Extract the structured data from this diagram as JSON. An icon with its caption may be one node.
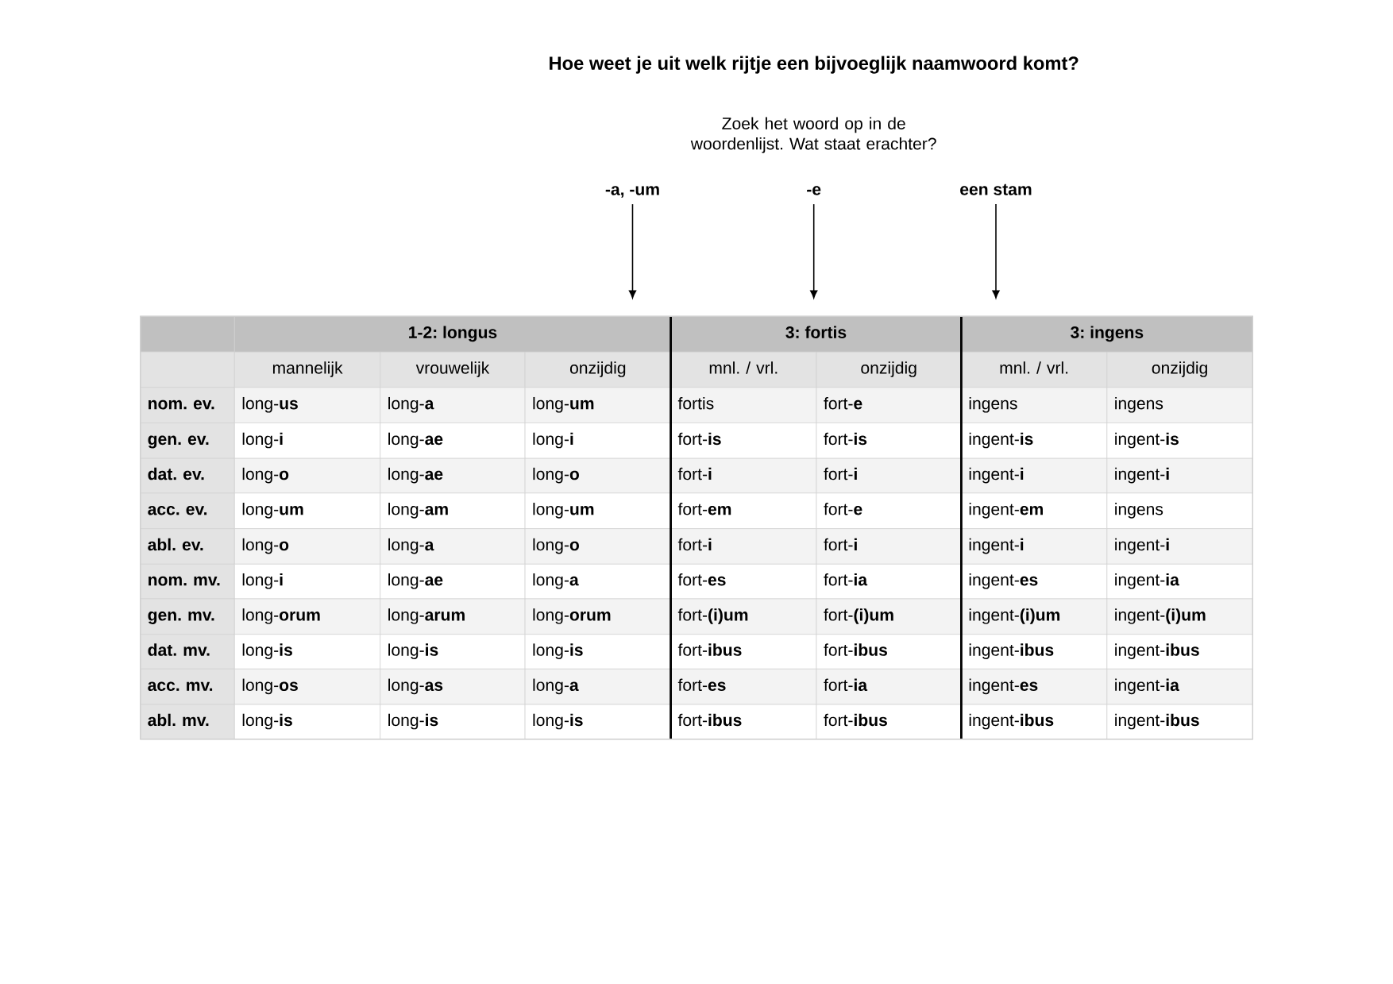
{
  "diagram": {
    "title": "Hoe weet je uit welk rijtje een bijvoeglijk naamwoord komt?",
    "nodes": [
      {
        "text": [
          "-a, -um"
        ]
      },
      {
        "text": [
          "-e"
        ]
      },
      {
        "text": [
          "een stam"
        ]
      },
      {
        "text": [
          "1-2: longus"
        ]
      },
      {
        "text": [
          "3: fortis"
        ]
      },
      {
        "text": [
          "3: ingens"
        ]
      }
    ],
    "edges": [
      {
        "from": 0,
        "to": 3,
        "arrow": "to"
      },
      {
        "from": 1,
        "to": 4,
        "arrow": "to"
      },
      {
        "from": 2,
        "to": 5,
        "arrow": "to"
      }
    ],
    "labels": [
      "Zoek het woord op in de woordenlijst. Wat staat erachter?",
      "mannelijk",
      "vrouwelijk",
      "onzijdig",
      "mnl. / vrl.",
      "onzijdig",
      "mnl. / vrl.",
      "onzijdig",
      "nom. ev.",
      "long-**us**",
      "long-**a**",
      "long-**um**",
      "fortis",
      "fort-**e**",
      "ingens",
      "ingens",
      "gen. ev.",
      "long-**i**",
      "long-**ae**",
      "long-**i**",
      "fort-**is**",
      "fort-**is**",
      "ingent-**is**",
      "ingent-**is**",
      "dat. ev.",
      "long-**o**",
      "long-**ae**",
      "long-**o**",
      "fort-**i**",
      "fort-**i**",
      "ingent-**i**",
      "ingent-**i**",
      "acc. ev.",
      "long-**um**",
      "long-**am**",
      "long-**um**",
      "fort-**em**",
      "fort-**e**",
      "ingent-**em**",
      "ingens",
      "abl. ev.",
      "long-**o**",
      "long-**a**",
      "long-**o**",
      "fort-**i**",
      "fort-**i**",
      "ingent-**i**",
      "ingent-**i**",
      "nom. mv.",
      "long-**i**",
      "long-**ae**",
      "long-**a**",
      "fort-**es**",
      "fort-**ia**",
      "ingent-**es**",
      "ingent-**ia**",
      "gen. mv.",
      "long-**orum**",
      "long-**arum**",
      "long-**orum**",
      "fort-**(i)um**",
      "fort-**(i)um**",
      "ingent-**(i)um**",
      "ingent-**(i)um**",
      "dat. mv.",
      "long-**is**",
      "long-**is**",
      "long-**is**",
      "fort-**ibus**",
      "fort-**ibus**",
      "ingent-**ibus**",
      "ingent-**ibus**",
      "acc. mv.",
      "long-**os**",
      "long-**as**",
      "long-**a**",
      "fort-**es**",
      "fort-**ia**",
      "ingent-**es**",
      "ingent-**ia**",
      "abl. mv.",
      "long-**is**",
      "long-**is**",
      "long-**is**",
      "fort-**ibus**",
      "fort-**ibus**",
      "ingent-**ibus**",
      "ingent-**ibus**"
    ]
  }
}
